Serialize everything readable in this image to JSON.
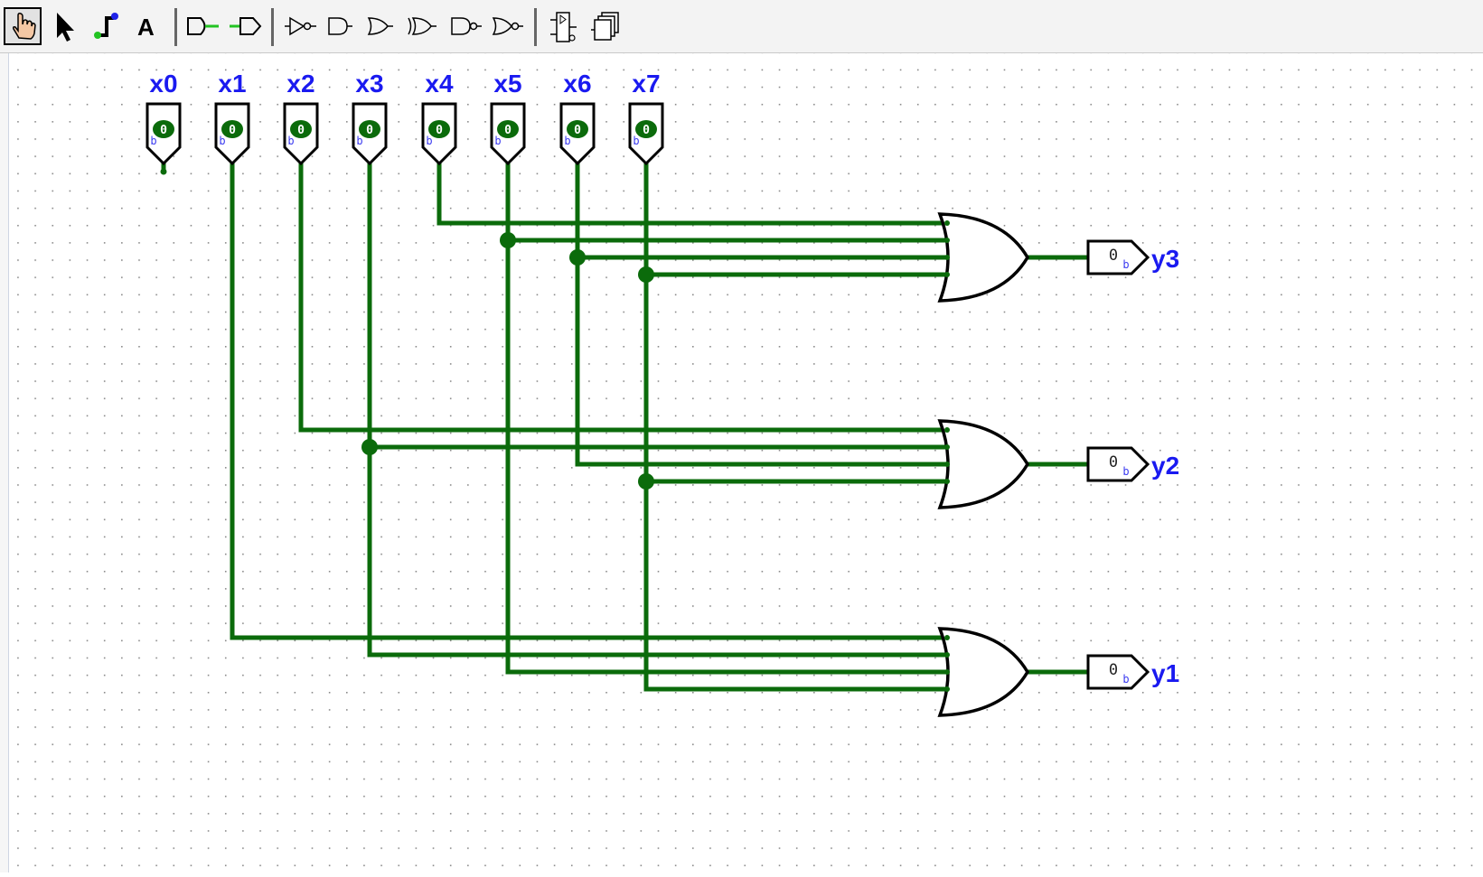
{
  "toolbar": {
    "tools": [
      {
        "name": "poke-tool",
        "icon": "hand-pointer-icon",
        "selected": true
      },
      {
        "name": "select-tool",
        "icon": "arrow-cursor-icon"
      },
      {
        "name": "wiring-tool",
        "icon": "wire-icon"
      },
      {
        "name": "text-tool",
        "icon": "text-A-icon",
        "glyph": "A"
      },
      {
        "name": "input-pin-tool",
        "icon": "input-pin-icon"
      },
      {
        "name": "output-pin-tool",
        "icon": "output-pin-icon"
      },
      {
        "name": "not-gate-tool",
        "icon": "not-gate-icon"
      },
      {
        "name": "and-gate-tool",
        "icon": "and-gate-icon"
      },
      {
        "name": "or-gate-tool",
        "icon": "or-gate-icon"
      },
      {
        "name": "xor-gate-tool",
        "icon": "xor-gate-icon"
      },
      {
        "name": "nand-gate-tool",
        "icon": "nand-gate-icon"
      },
      {
        "name": "nor-gate-tool",
        "icon": "nor-gate-icon"
      },
      {
        "name": "subcircuit-tool",
        "icon": "subcircuit-icon"
      },
      {
        "name": "duplicate-tool",
        "icon": "copy-icon"
      }
    ]
  },
  "circuit": {
    "inputs": [
      {
        "label": "x0",
        "value": "0"
      },
      {
        "label": "x1",
        "value": "0"
      },
      {
        "label": "x2",
        "value": "0"
      },
      {
        "label": "x3",
        "value": "0"
      },
      {
        "label": "x4",
        "value": "0"
      },
      {
        "label": "x5",
        "value": "0"
      },
      {
        "label": "x6",
        "value": "0"
      },
      {
        "label": "x7",
        "value": "0"
      }
    ],
    "outputs": [
      {
        "label": "y3",
        "value": "0",
        "radix": "b",
        "inputs": [
          "x4",
          "x5",
          "x6",
          "x7"
        ]
      },
      {
        "label": "y2",
        "value": "0",
        "radix": "b",
        "inputs": [
          "x2",
          "x3",
          "x6",
          "x7"
        ]
      },
      {
        "label": "y1",
        "value": "0",
        "radix": "b",
        "inputs": [
          "x1",
          "x3",
          "x5",
          "x7"
        ]
      }
    ],
    "gate_type": "OR",
    "wire_color": "#0b6b0b",
    "label_color": "#1a1af0"
  }
}
